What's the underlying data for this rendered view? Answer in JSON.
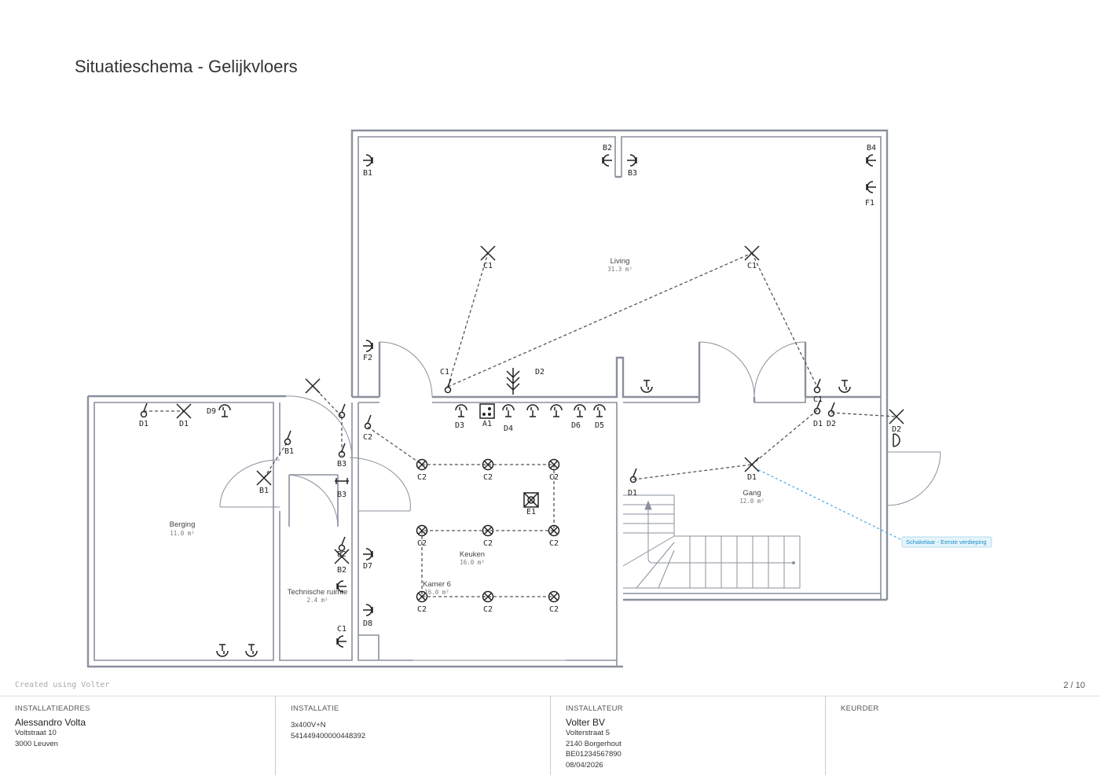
{
  "page": {
    "title": "Situatieschema - Gelijkvloers",
    "created_by": "Created using Volter",
    "page_number": "2 / 10"
  },
  "rooms": [
    {
      "name": "Living",
      "area": "31.3 m²"
    },
    {
      "name": "Berging",
      "area": "11.0 m²"
    },
    {
      "name": "Keuken",
      "area": "16.0 m²"
    },
    {
      "name": "Technische ruimte",
      "area": "2.4 m²"
    },
    {
      "name": "Kamer 6",
      "area": "16.0 m²"
    },
    {
      "name": "Gang",
      "area": "12.0 m²"
    }
  ],
  "annotation": "Schakelaar - Eerste verdieping",
  "symbols": {
    "b1": "B1",
    "b2": "B2",
    "b3": "B3",
    "b4": "B4",
    "f1": "F1",
    "f2": "F2",
    "c1": "C1",
    "c2": "C2",
    "d1": "D1",
    "d2": "D2",
    "d3": "D3",
    "d4": "D4",
    "d5": "D5",
    "d6": "D6",
    "d7": "D7",
    "d8": "D8",
    "d9": "D9",
    "a1": "A1",
    "e1": "E1"
  },
  "footer": {
    "address": {
      "heading": "INSTALLATIEADRES",
      "name": "Alessandro Volta",
      "street": "Voltstraat 10",
      "city": "3000 Leuven"
    },
    "installation": {
      "heading": "INSTALLATIE",
      "type": "3x400V+N",
      "ean": "541449400000448392"
    },
    "installer": {
      "heading": "INSTALLATEUR",
      "name": "Volter BV",
      "street": "Volterstraat 5",
      "city": "2140 Borgerhout",
      "vat": "BE01234567890",
      "date": "08/04/2026"
    },
    "inspector": {
      "heading": "KEURDER"
    }
  },
  "colors": {
    "wall": "#8a909e",
    "symbol": "#222222",
    "annotation": "#1a8fc6"
  }
}
